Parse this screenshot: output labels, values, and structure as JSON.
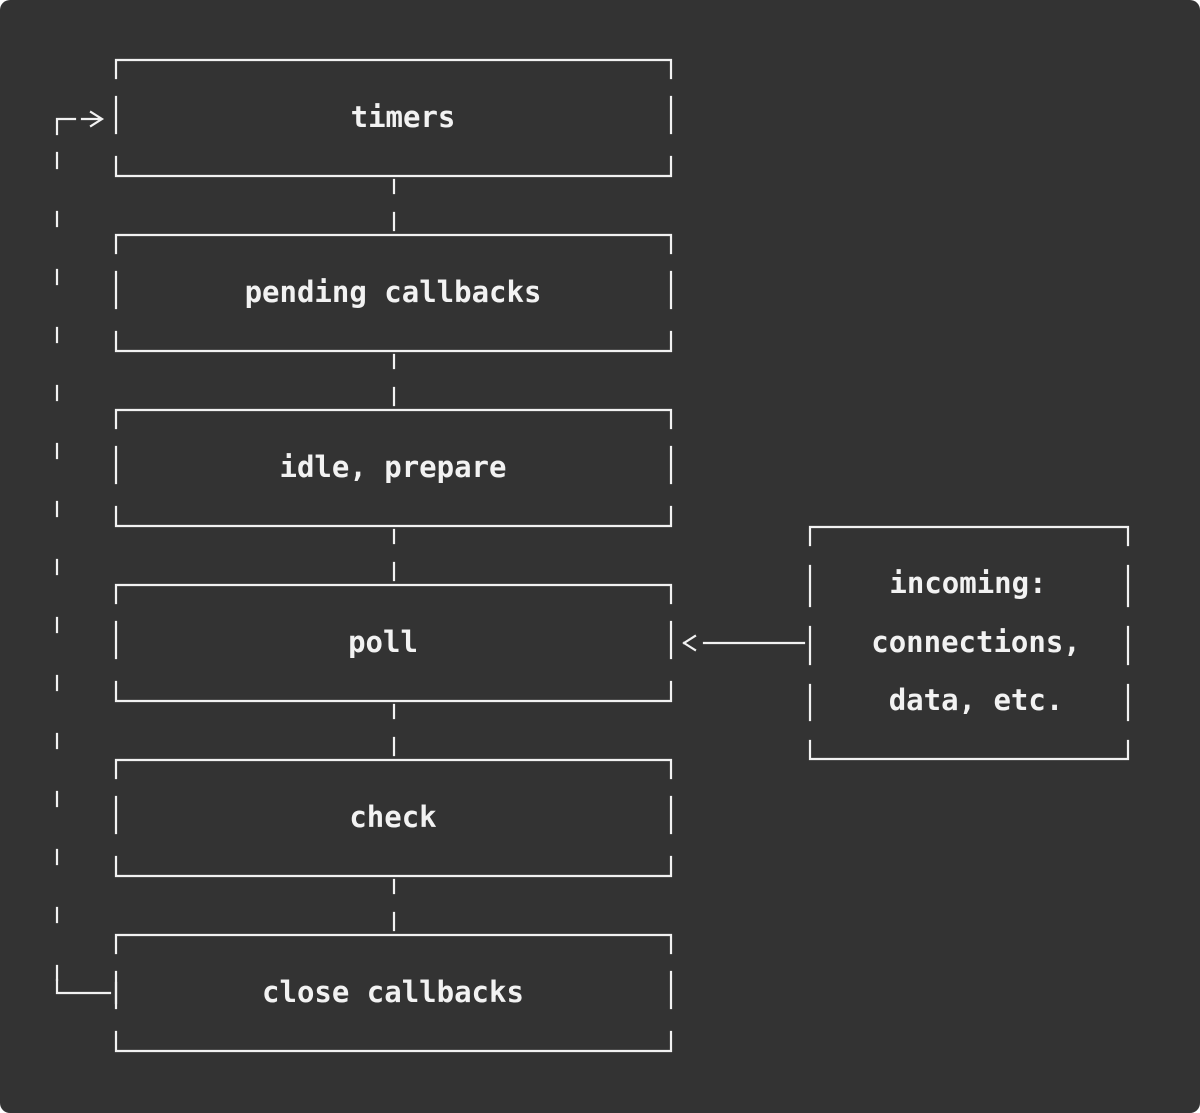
{
  "phases": [
    {
      "id": "timers",
      "label": "timers"
    },
    {
      "id": "pending-callbacks",
      "label": "pending callbacks"
    },
    {
      "id": "idle-prepare",
      "label": "idle, prepare"
    },
    {
      "id": "poll",
      "label": "poll"
    },
    {
      "id": "check",
      "label": "check"
    },
    {
      "id": "close-callbacks",
      "label": "close callbacks"
    }
  ],
  "incoming": {
    "lines": [
      "incoming:",
      "connections,",
      "data, etc."
    ]
  },
  "colors": {
    "background": "#333333",
    "foreground": "#f2f2f2"
  }
}
